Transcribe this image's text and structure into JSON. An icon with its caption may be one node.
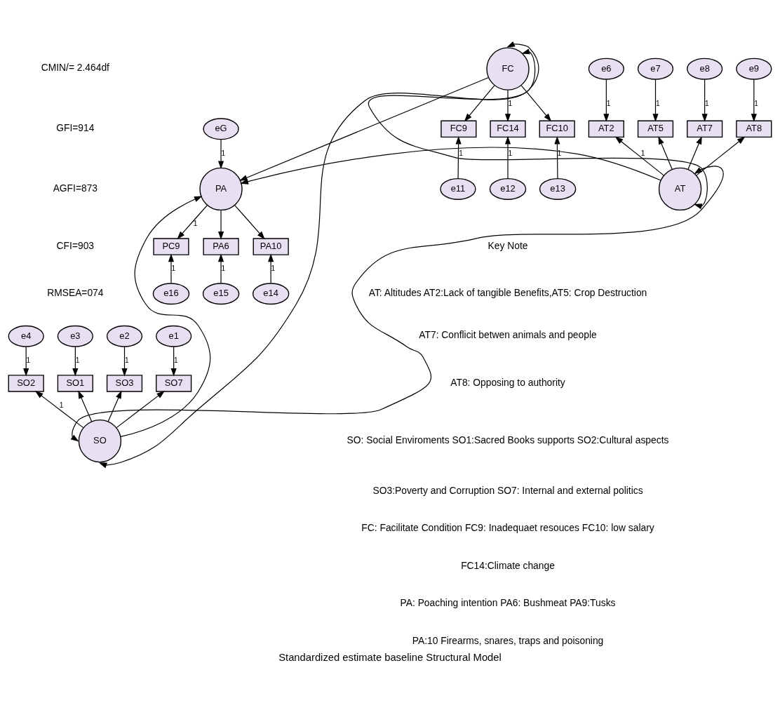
{
  "diagram": {
    "caption": "Standardized estimate baseline Structural Model",
    "nodes": [
      {
        "text": [
          "e4"
        ]
      },
      {
        "text": [
          "e3"
        ]
      },
      {
        "text": [
          "e2"
        ]
      },
      {
        "text": [
          "e1"
        ]
      },
      {
        "text": [
          "SO2"
        ]
      },
      {
        "text": [
          "SO1"
        ]
      },
      {
        "text": [
          "SO3"
        ]
      },
      {
        "text": [
          "SO7"
        ]
      },
      {
        "text": [
          "SO"
        ]
      },
      {
        "text": [
          "eG"
        ]
      },
      {
        "text": [
          "e6"
        ]
      },
      {
        "text": [
          "AT2"
        ]
      },
      {
        "text": [
          "e7"
        ]
      },
      {
        "text": [
          "AT5"
        ]
      },
      {
        "text": [
          "e8"
        ]
      },
      {
        "text": [
          "AT7"
        ]
      },
      {
        "text": [
          "AT"
        ]
      },
      {
        "text": [
          "PC9"
        ]
      },
      {
        "text": [
          "e16"
        ]
      },
      {
        "text": [
          "PA"
        ]
      },
      {
        "text": [
          "PA6"
        ]
      },
      {
        "text": [
          "e15"
        ]
      },
      {
        "text": [
          "e9"
        ]
      },
      {
        "text": [
          "AT8"
        ]
      },
      {
        "text": [
          "FC"
        ]
      },
      {
        "text": [
          "PA10"
        ]
      },
      {
        "text": [
          "e14"
        ]
      },
      {
        "text": [
          "FC9"
        ]
      },
      {
        "text": [
          "FC14"
        ]
      },
      {
        "text": [
          "FC10"
        ]
      },
      {
        "text": [
          "e11"
        ]
      },
      {
        "text": [
          "e12"
        ]
      },
      {
        "text": [
          "e13"
        ]
      }
    ],
    "edges": [
      {
        "from": 0,
        "to": 4,
        "arrow": "to",
        "label": "1"
      },
      {
        "from": 1,
        "to": 5,
        "arrow": "to",
        "label": "1"
      },
      {
        "from": 2,
        "to": 6,
        "arrow": "to",
        "label": "1"
      },
      {
        "from": 3,
        "to": 7,
        "arrow": "to",
        "label": "1"
      },
      {
        "from": 8,
        "to": 4,
        "arrow": "to",
        "label": "1"
      },
      {
        "from": 8,
        "to": 5,
        "arrow": "to"
      },
      {
        "from": 8,
        "to": 6,
        "arrow": "to"
      },
      {
        "from": 8,
        "to": 7,
        "arrow": "to"
      },
      {
        "from": 10,
        "to": 11,
        "arrow": "to",
        "label": "1"
      },
      {
        "from": 12,
        "to": 13,
        "arrow": "to",
        "label": "1"
      },
      {
        "from": 14,
        "to": 15,
        "arrow": "to",
        "label": "1"
      },
      {
        "from": 22,
        "to": 23,
        "arrow": "to",
        "label": "1"
      },
      {
        "from": 16,
        "to": 11,
        "arrow": "to",
        "label": "1"
      },
      {
        "from": 16,
        "to": 13,
        "arrow": "to"
      },
      {
        "from": 16,
        "to": 15,
        "arrow": "to"
      },
      {
        "from": 16,
        "to": 23,
        "arrow": "to"
      },
      {
        "from": 9,
        "to": 19,
        "arrow": "to",
        "label": "1"
      },
      {
        "from": 8,
        "to": 19,
        "arrow": "to"
      },
      {
        "from": 16,
        "to": 19,
        "arrow": "to"
      },
      {
        "from": 24,
        "to": 19,
        "arrow": "to"
      },
      {
        "from": 16,
        "to": 8,
        "arrow": "both"
      },
      {
        "from": 16,
        "to": 24,
        "arrow": "both"
      },
      {
        "from": 8,
        "to": 24,
        "arrow": "both"
      },
      {
        "from": 19,
        "to": 17,
        "arrow": "to",
        "label": "1"
      },
      {
        "from": 19,
        "to": 20,
        "arrow": "to"
      },
      {
        "from": 19,
        "to": 25,
        "arrow": "to"
      },
      {
        "from": 18,
        "to": 17,
        "arrow": "to",
        "label": "1"
      },
      {
        "from": 21,
        "to": 20,
        "arrow": "to",
        "label": "1"
      },
      {
        "from": 26,
        "to": 25,
        "arrow": "to",
        "label": "1"
      },
      {
        "from": 24,
        "to": 27,
        "arrow": "to"
      },
      {
        "from": 24,
        "to": 28,
        "arrow": "to",
        "label": "1"
      },
      {
        "from": 24,
        "to": 29,
        "arrow": "to"
      },
      {
        "from": 30,
        "to": 27,
        "arrow": "to",
        "label": "1"
      },
      {
        "from": 31,
        "to": 28,
        "arrow": "to",
        "label": "1"
      },
      {
        "from": 32,
        "to": 29,
        "arrow": "to",
        "label": "1"
      }
    ],
    "labels": [
      "CMIN/= 2.464df",
      "GFI=914",
      "AGFI=873",
      "CFI=903",
      "RMSEA=074",
      "Key Note",
      "AT: Altitudes AT2:Lack of tangible Benefits,AT5: Crop Destruction",
      "AT7: Conflicit betwen animals and people",
      "AT8: Opposing to authority",
      "SO: Social Enviroments SO1:Sacred Books supports SO2:Cultural aspects",
      "SO3:Poverty and Corruption SO7: Internal and external politics",
      "FC: Facilitate Condition FC9: Inadequaet resouces FC10: low salary",
      "FC14:Climate change",
      "PA: Poaching intention PA6: Bushmeat PA9:Tusks",
      "PA:10 Firearms, snares, traps and poisoning"
    ]
  }
}
